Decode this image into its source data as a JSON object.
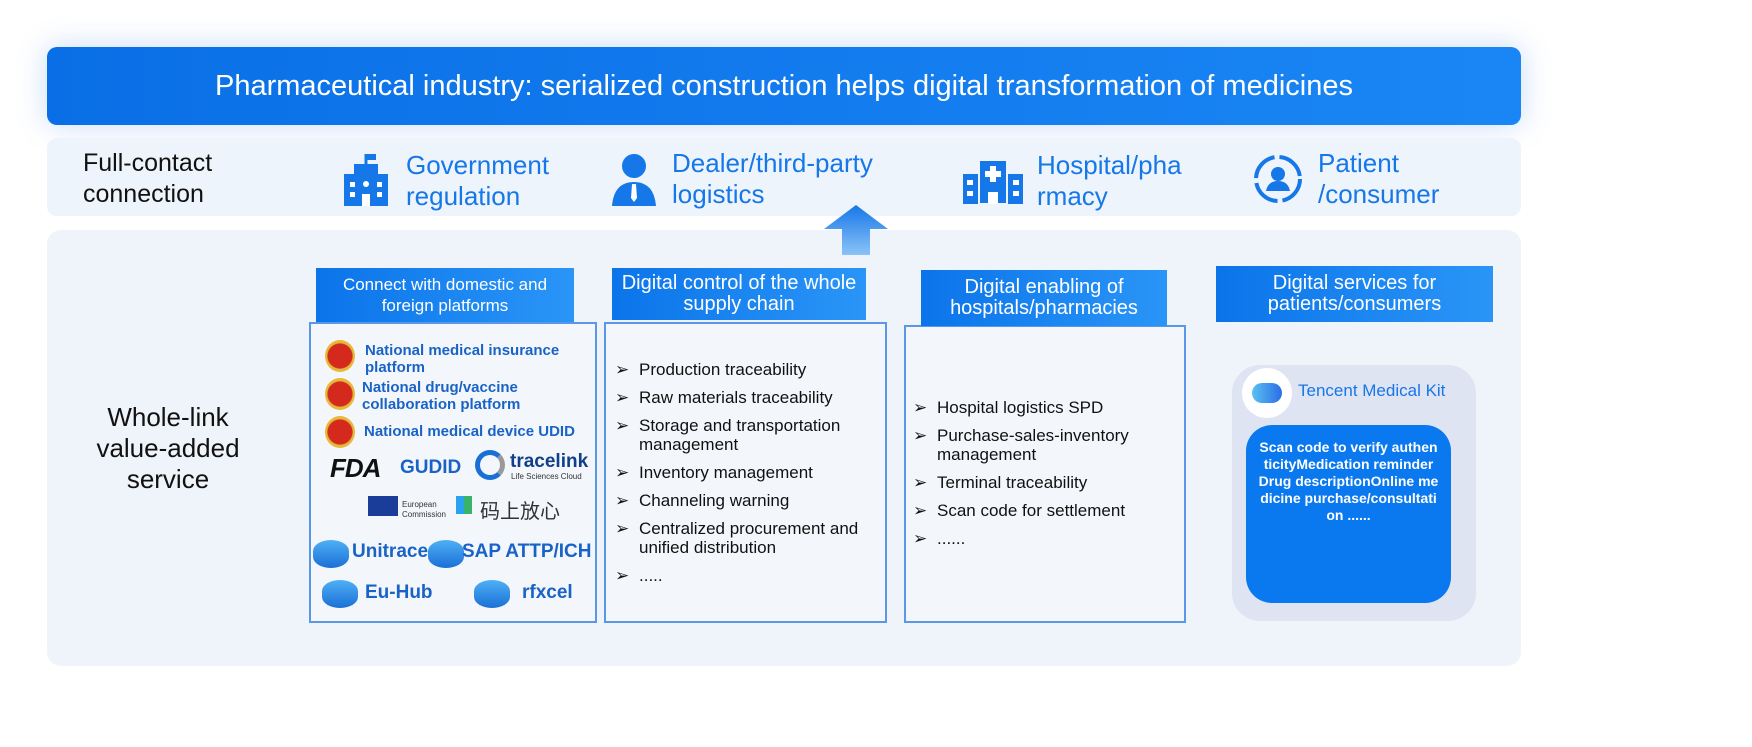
{
  "title": "Pharmaceutical industry: serialized construction helps digital transformation of medicines",
  "contact": {
    "label_line1": "Full-contact",
    "label_line2": "connection",
    "items": [
      {
        "icon": "government-building-icon",
        "line1": "Government",
        "line2": "regulation"
      },
      {
        "icon": "person-icon",
        "line1": "Dealer/third-party",
        "line2": "logistics"
      },
      {
        "icon": "hospital-icon",
        "line1": "Hospital/pha",
        "line2": "rmacy"
      },
      {
        "icon": "patient-icon",
        "line1": "Patient",
        "line2": "/consumer"
      }
    ]
  },
  "main": {
    "label_line1": "Whole-link",
    "label_line2": "value-added",
    "label_line3": "service"
  },
  "col1": {
    "header": "Connect with domestic and foreign platforms",
    "platforms": [
      "National medical insurance platform",
      "National drug/vaccine collaboration platform",
      "National medical device UDID"
    ],
    "logos": {
      "fda": "FDA",
      "gudid": "GUDID",
      "tracelink": "tracelink",
      "tracelink_sub": "Life Sciences Cloud",
      "eu": "European Commission",
      "msfx": "码上放心"
    },
    "systems": [
      "Unitrace",
      "SAP ATTP/ICH",
      "Eu-Hub",
      "rfxcel"
    ]
  },
  "col2": {
    "header": "Digital control of the whole supply chain",
    "items": [
      "Production traceability",
      "Raw materials traceability",
      "Storage and transportation management",
      "Inventory management",
      "Channeling warning",
      "Centralized procurement and unified distribution",
      "....."
    ]
  },
  "col3": {
    "header": "Digital enabling of hospitals/pharmacies",
    "items": [
      "Hospital logistics SPD",
      "Purchase-sales-inventory management",
      "Terminal traceability",
      "Scan code for settlement",
      "......"
    ]
  },
  "col4": {
    "header": "Digital services for patients/consumers",
    "kit": "Tencent Medical Kit",
    "services": "Scan code to verify authenticityMedication reminder Drug descriptionOnline medicine purchase/consultation ......"
  },
  "colors": {
    "primary": "#0a73e8",
    "text_blue": "#1677e8"
  }
}
